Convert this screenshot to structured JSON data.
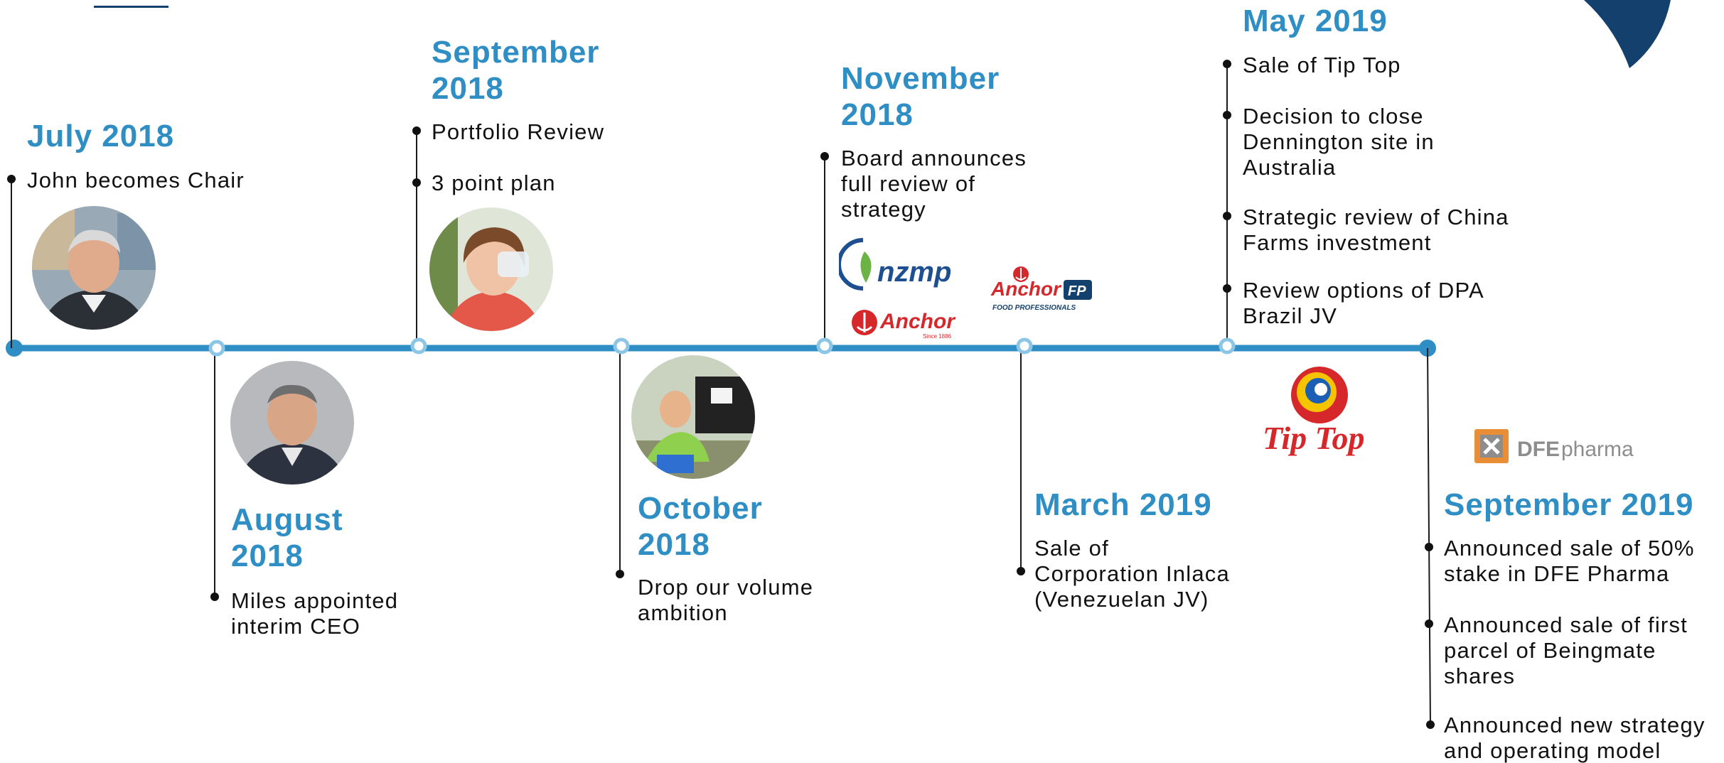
{
  "milestones": [
    {
      "heading": [
        "July 2018"
      ],
      "items": [
        "John becomes Chair"
      ]
    },
    {
      "heading": [
        "August",
        "2018"
      ],
      "items": [
        "Miles appointed\ninterim CEO"
      ]
    },
    {
      "heading": [
        "September",
        "2018"
      ],
      "items": [
        "Portfolio Review",
        "3 point plan"
      ]
    },
    {
      "heading": [
        "October",
        "2018"
      ],
      "items": [
        "Drop our volume\nambition"
      ]
    },
    {
      "heading": [
        "November",
        "2018"
      ],
      "items": [
        "Board announces\nfull review of\nstrategy"
      ]
    },
    {
      "heading": [
        "March 2019"
      ],
      "items": [
        "Sale of\nCorporation Inlaca\n(Venezuelan JV)"
      ]
    },
    {
      "heading": [
        "May 2019"
      ],
      "items": [
        "Sale of Tip Top",
        "Decision to close\nDennington site in\nAustralia",
        "Strategic review of China\nFarms investment",
        "Review options of DPA\nBrazil JV"
      ]
    },
    {
      "heading": [
        "September 2019"
      ],
      "items": [
        "Announced sale of 50%\nstake in DFE Pharma",
        "Announced sale of first\nparcel of Beingmate\nshares",
        "Announced new strategy\nand operating model"
      ]
    }
  ],
  "logos": {
    "nzmp": "nzmp",
    "anchor": "Anchor",
    "anchor_since": "Since 1886",
    "anchor_fp": "Anchor",
    "anchor_fp_badge": "FP",
    "anchor_fp_sub": "FOOD PROFESSIONALS",
    "tiptop": "Tip Top",
    "dfe_bold": "DFE",
    "dfe_light": "pharma"
  },
  "colors": {
    "accent": "#2f8ec3",
    "line": "#2f8ec3",
    "navy": "#14406e",
    "anchor_red": "#d6282b",
    "nzmp_blue": "#1d4f91",
    "nzmp_green": "#6ab344"
  }
}
